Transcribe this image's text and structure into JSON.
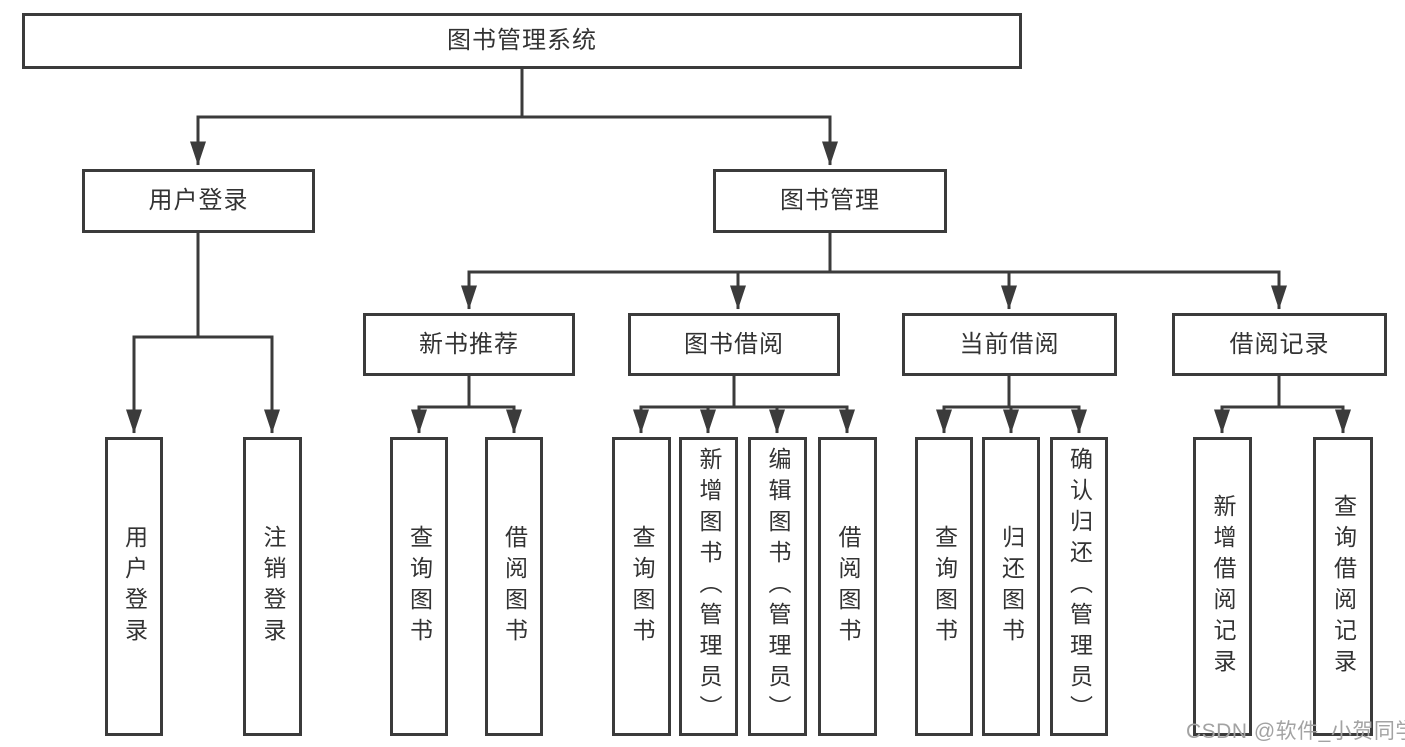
{
  "nodes": {
    "root": "图书管理系统",
    "l2": [
      "用户登录",
      "图书管理"
    ],
    "l3": [
      "新书推荐",
      "图书借阅",
      "当前借阅",
      "借阅记录"
    ],
    "leaf": [
      "用户登录",
      "注销登录",
      "查询图书",
      "借阅图书",
      "查询图书",
      "新增图书（管理员）",
      "编辑图书（管理员）",
      "借阅图书",
      "查询图书",
      "归还图书",
      "确认归还（管理员）",
      "新增借阅记录",
      "查询借阅记录"
    ]
  },
  "hierarchy": {
    "图书管理系统": [
      "用户登录",
      "图书管理"
    ],
    "用户登录": [
      "用户登录",
      "注销登录"
    ],
    "图书管理": [
      "新书推荐",
      "图书借阅",
      "当前借阅",
      "借阅记录"
    ],
    "新书推荐": [
      "查询图书",
      "借阅图书"
    ],
    "图书借阅": [
      "查询图书",
      "新增图书（管理员）",
      "编辑图书（管理员）",
      "借阅图书"
    ],
    "当前借阅": [
      "查询图书",
      "归还图书",
      "确认归还（管理员）"
    ],
    "借阅记录": [
      "新增借阅记录",
      "查询借阅记录"
    ]
  },
  "watermark": {
    "text": "CSDN @软件_小贺同学"
  },
  "colors": {
    "line": "#3b3b3b",
    "text": "#333333",
    "box_background": "#ffffff",
    "page_background": "#ffffff",
    "watermark": "#a3a3a3"
  }
}
